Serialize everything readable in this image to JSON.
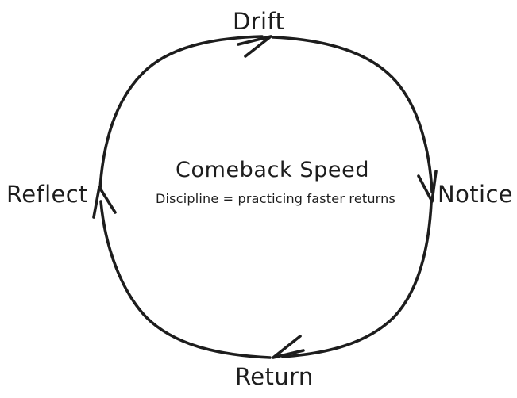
{
  "diagram": {
    "type": "cycle",
    "title": "Comeback Speed",
    "subtitle": "Discipline = practicing faster returns",
    "stroke_color": "#1d1d1d",
    "background_color": "#ffffff",
    "style": "hand-drawn",
    "nodes": [
      {
        "id": "drift",
        "label": "Drift",
        "position": "top"
      },
      {
        "id": "notice",
        "label": "Notice",
        "position": "right"
      },
      {
        "id": "return",
        "label": "Return",
        "position": "bottom"
      },
      {
        "id": "reflect",
        "label": "Reflect",
        "position": "left"
      }
    ],
    "edges": [
      {
        "from": "reflect",
        "to": "drift",
        "arrow_at": "drift"
      },
      {
        "from": "drift",
        "to": "notice",
        "arrow_at": "notice"
      },
      {
        "from": "notice",
        "to": "return",
        "arrow_at": "return"
      },
      {
        "from": "return",
        "to": "reflect",
        "arrow_at": "reflect"
      }
    ]
  }
}
